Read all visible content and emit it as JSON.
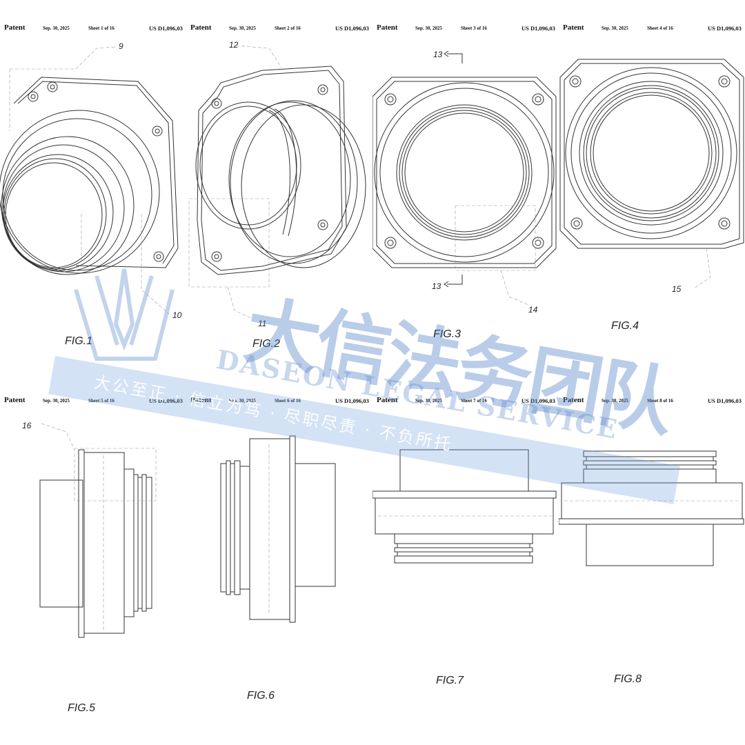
{
  "sheets": [
    {
      "patent": "Patent",
      "date": "Sep. 30, 2025",
      "sheet": "Sheet 1 of 16",
      "number": "US D1,096,03",
      "figure": "FIG.1",
      "refs": [
        "9",
        "10"
      ]
    },
    {
      "patent": "Patent",
      "date": "Sep. 30, 2025",
      "sheet": "Sheet 2 of 16",
      "number": "US D1,096,03",
      "figure": "FIG.2",
      "refs": [
        "12",
        "11"
      ]
    },
    {
      "patent": "Patent",
      "date": "Sep. 30, 2025",
      "sheet": "Sheet 3 of 16",
      "number": "US D1,096,03",
      "figure": "FIG.3",
      "refs": [
        "13",
        "13",
        "14"
      ]
    },
    {
      "patent": "Patent",
      "date": "Sep. 30, 2025",
      "sheet": "Sheet 4 of 16",
      "number": "US D1,096,03",
      "figure": "FIG.4",
      "refs": [
        "15"
      ]
    },
    {
      "patent": "Patent",
      "date": "Sep. 30, 2025",
      "sheet": "Sheet 5 of 16",
      "number": "US D1,096,03",
      "figure": "FIG.5",
      "refs": [
        "16"
      ]
    },
    {
      "patent": "Patent",
      "date": "Sep. 30, 2025",
      "sheet": "Sheet 6 of 16",
      "number": "US D1,096,03",
      "figure": "FIG.6",
      "refs": []
    },
    {
      "patent": "Patent",
      "date": "Sep. 30, 2025",
      "sheet": "Sheet 7 of 16",
      "number": "US D1,096,03",
      "figure": "FIG.7",
      "refs": []
    },
    {
      "patent": "Patent",
      "date": "Sep. 30, 2025",
      "sheet": "Sheet 8 of 16",
      "number": "US D1,096,03",
      "figure": "FIG.8",
      "refs": []
    }
  ],
  "watermark": {
    "name_cn": "大信法务团队",
    "name_en": "DASEON LEGAL SERVICE",
    "slogan": "大公至正 · 信立为笃 · 尽职尽责 · 不负所托",
    "color": "#5082c8"
  },
  "colors": {
    "line": "#333333",
    "guide": "#999999"
  }
}
